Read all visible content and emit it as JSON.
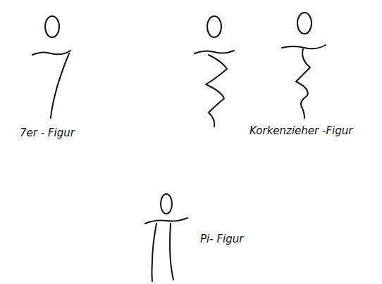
{
  "diagram": {
    "labels": [
      "7er - Figur",
      "Korkenzieher -Figur",
      "Pi- Figur"
    ]
  }
}
